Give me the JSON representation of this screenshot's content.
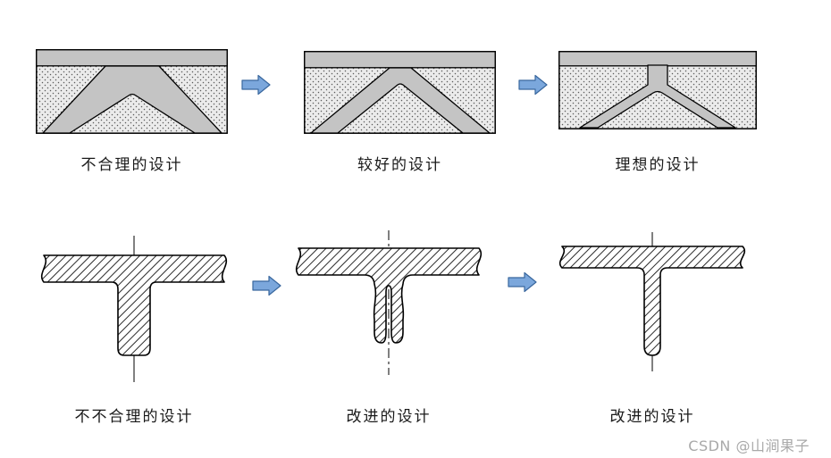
{
  "figure": {
    "top_row": {
      "panels": [
        {
          "label": "不合理的设计"
        },
        {
          "label": "较好的设计"
        },
        {
          "label": "理想的设计"
        }
      ]
    },
    "bottom_row": {
      "panels": [
        {
          "label": "不不合理的设计"
        },
        {
          "label": "改进的设计"
        },
        {
          "label": "改进的设计"
        }
      ]
    },
    "watermark": "CSDN @山涧果子"
  },
  "icons": {
    "arrow": "right-block-arrow-icon"
  },
  "colors": {
    "background": "#FFFFFF",
    "shape_fill": "#C4C4C4",
    "outline": "#000000",
    "arrow_fill": "#7BA7DC",
    "arrow_stroke": "#39679E",
    "watermark_text": "#A9A9A9"
  }
}
